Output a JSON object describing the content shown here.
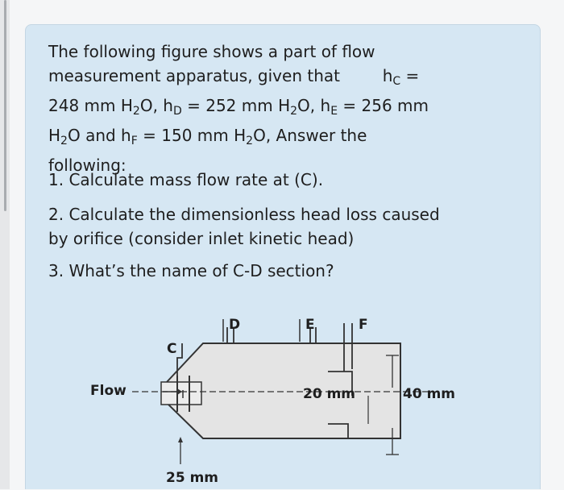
{
  "question": {
    "intro": {
      "l1": "The following figure shows a part of flow",
      "l2a": "measurement apparatus, given that",
      "l2b": "h",
      "l2b_sub": "C",
      "l2c": "=",
      "l3a": "248 mm H",
      "l3a_sub": "2",
      "l3b": "O, h",
      "l3b_sub": "D",
      "l3c": "= 252 mm H",
      "l3c_sub": "2",
      "l3d": "O, h",
      "l3d_sub": "E",
      "l3e": "= 256 mm",
      "l4a": "H",
      "l4a_sub": "2",
      "l4b": "O and h",
      "l4b_sub": "F",
      "l4c": "= 150 mm H",
      "l4c_sub": "2",
      "l4d": "O, Answer the",
      "l5": "following:"
    },
    "q1": "1. Calculate mass flow rate at (C).",
    "q2_l1": "2. Calculate the dimensionless head loss caused",
    "q2_l2": "by orifice (consider inlet kinetic head)",
    "q3": "3.  What’s the name of C-D section?"
  },
  "figure": {
    "label_flow": "Flow",
    "label_c": "C",
    "label_d": "D",
    "label_e": "E",
    "label_f": "F",
    "label_25": "25 mm",
    "label_20": "20 mm",
    "label_40": "40 mm"
  },
  "colors": {
    "card_bg": "#d6e7f3",
    "diagram_fill": "#e4e4e4",
    "text": "#1e1e1e"
  }
}
